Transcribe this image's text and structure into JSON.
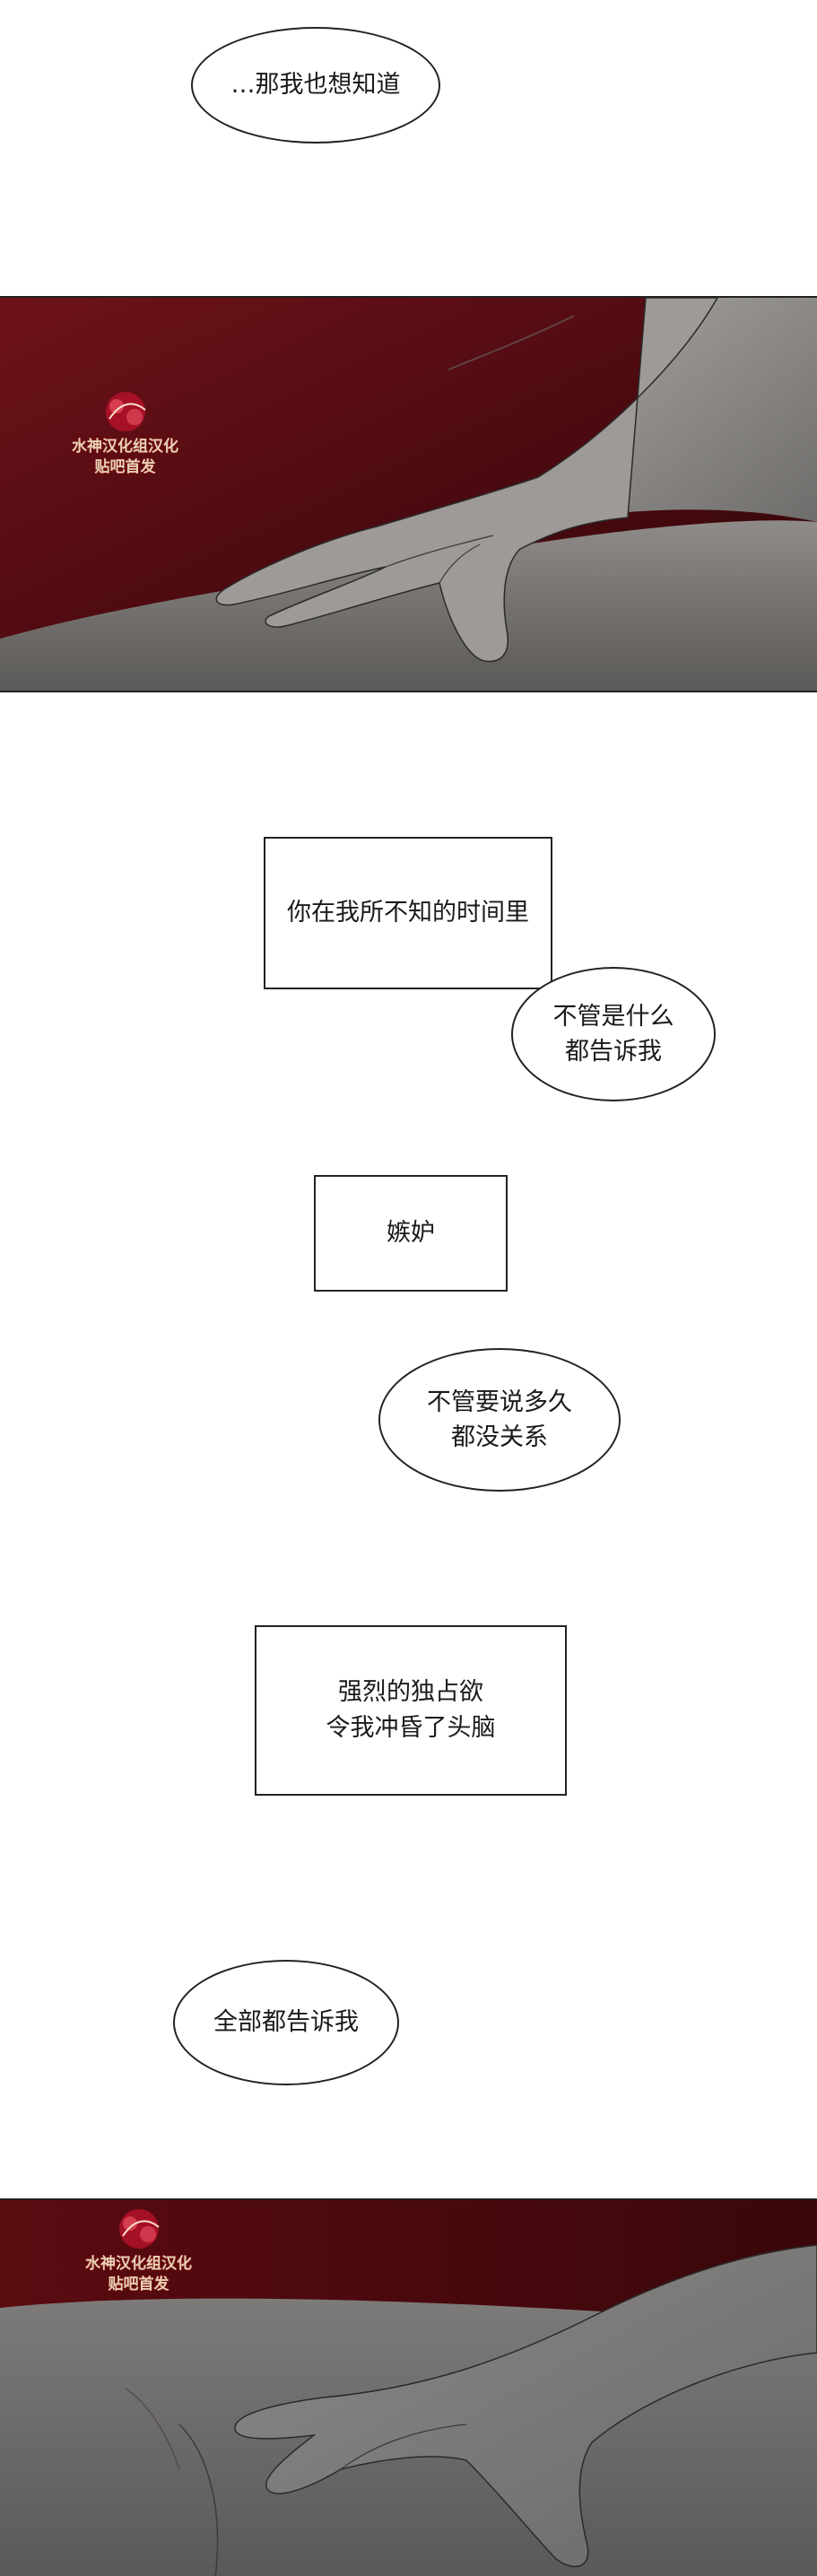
{
  "bubbles": {
    "top": "…那我也想知道",
    "tell_anything": "不管是什么\n都告诉我",
    "no_matter_long": "不管要说多久\n都没关系",
    "tell_all": "全部都告诉我"
  },
  "narration": {
    "time_unknown": "你在我所不知的时间里",
    "jealousy": "嫉妒",
    "possessive": "强烈的独占欲\n令我冲昏了头脑"
  },
  "watermark": {
    "line1": "水神汉化组汉化",
    "line2": "贴吧首发"
  },
  "colors": {
    "panel_red": "#5a0d12",
    "panel_grey": "#8a8886",
    "ink": "#222222"
  },
  "icons": {
    "seal": "red-seal-logo"
  }
}
